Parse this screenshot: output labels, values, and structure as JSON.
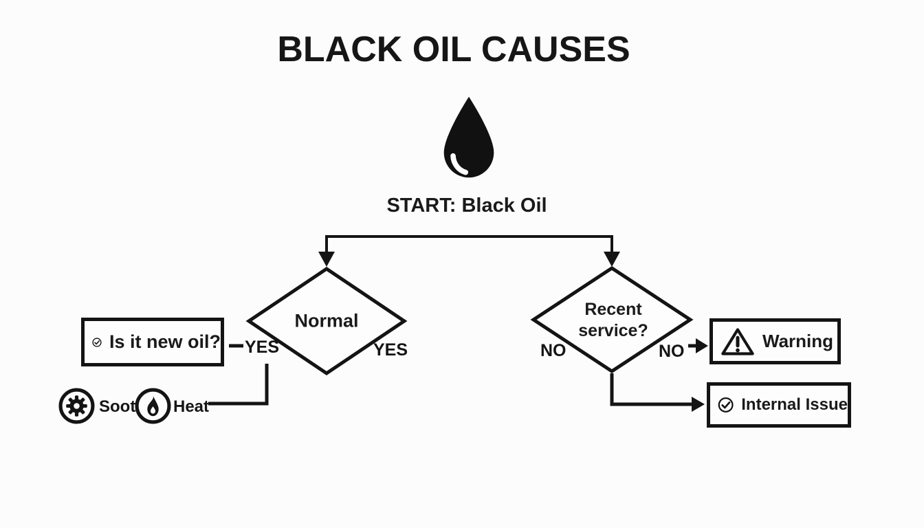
{
  "page": {
    "background_color": "#fcfcfc",
    "ink_color": "#141414"
  },
  "title": "BLACK OIL CAUSES",
  "start": {
    "icon": "oil-drop-icon",
    "label": "START: Black Oil"
  },
  "diamonds": {
    "normal": {
      "label": "Normal"
    },
    "recent_service": {
      "label_line1": "Recent",
      "label_line2": "service?"
    }
  },
  "branch_labels": {
    "new_oil_yes": "YES",
    "normal_yes": "YES",
    "service_no_left": "NO",
    "service_no_right": "NO"
  },
  "boxes": {
    "new_oil": {
      "icon": "check-circle-icon",
      "label": "Is it new oil?"
    },
    "warning": {
      "icon": "warning-triangle-icon",
      "label": "Warning"
    },
    "internal_issue": {
      "icon": "check-circle-icon",
      "label": "Internal Issue"
    }
  },
  "legend": {
    "soot": {
      "icon": "gear-icon",
      "label": "Soot"
    },
    "heat": {
      "icon": "flame-icon",
      "label": "Heat"
    }
  }
}
